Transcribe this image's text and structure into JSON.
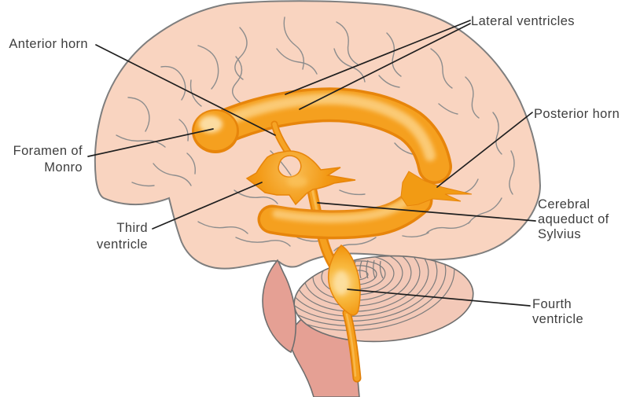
{
  "diagram": {
    "labels": {
      "lateral_ventricles": {
        "lines": [
          "Lateral ventricles"
        ]
      },
      "anterior_horn": {
        "lines": [
          "Anterior horn"
        ]
      },
      "posterior_horn": {
        "lines": [
          "Posterior horn"
        ]
      },
      "foramen_of_monro": {
        "lines": [
          "Foramen of",
          "Monro"
        ]
      },
      "third_ventricle": {
        "lines": [
          "Third",
          "ventricle"
        ]
      },
      "cerebral_aqueduct_of_sylvius": {
        "lines": [
          "Cerebral",
          "aqueduct of",
          "Sylvius"
        ]
      },
      "fourth_ventricle": {
        "lines": [
          "Fourth",
          "ventricle"
        ]
      }
    },
    "colors": {
      "background": "#FFFFFF",
      "brain_fill": "#F9D4C0",
      "brain_outline": "#7E7E7E",
      "gyri_line": "#8D8D8D",
      "cerebellum_fill": "#F3C9B8",
      "cerebellum_fold_line": "#7B7B7B",
      "brainstem_fill": "#E5A094",
      "brainstem_outline": "#6E6E6E",
      "ventricle_orange": "#F5A01F",
      "ventricle_dark_edge": "#E7850B",
      "ventricle_highlight": "#FCD184",
      "label_text": "#3E3E3E",
      "leader_line": "#1F1F1F"
    }
  }
}
